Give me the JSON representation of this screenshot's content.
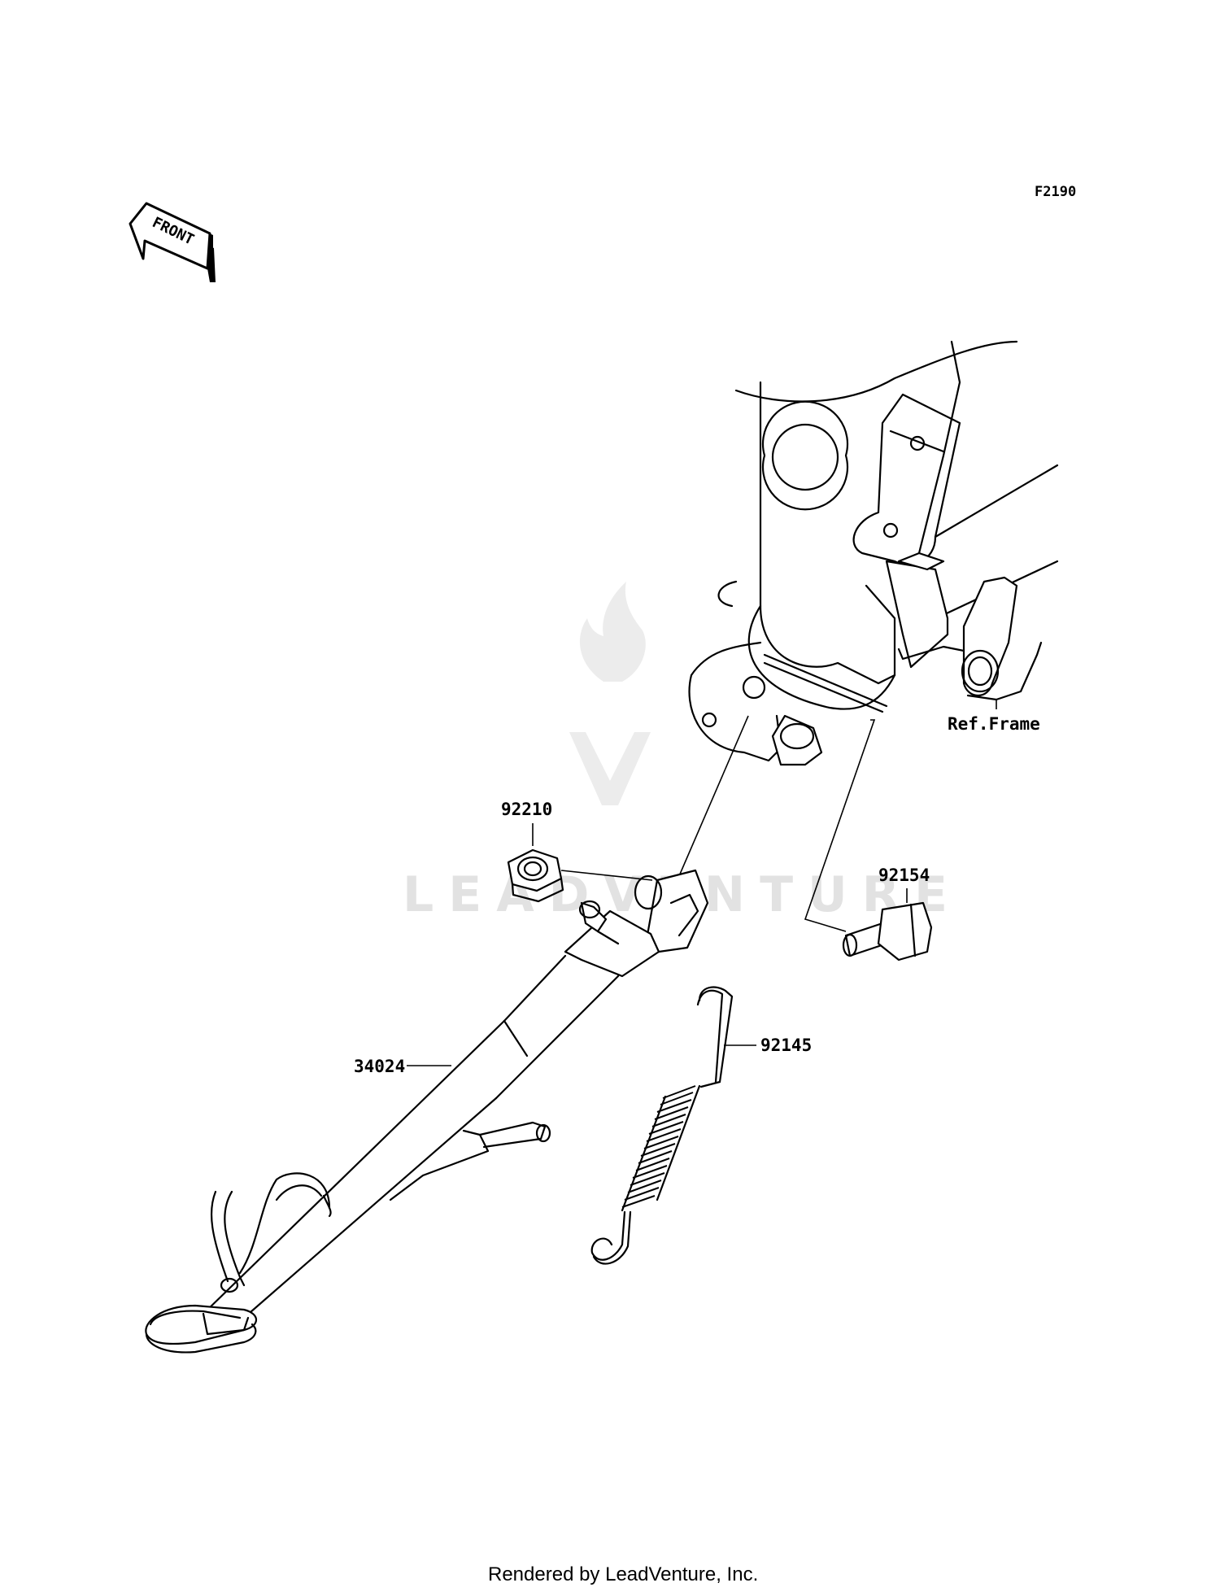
{
  "diagram": {
    "code": "F2190",
    "front_label": "FRONT",
    "watermark": "LEADVENTURE",
    "footer": "Rendered by LeadVenture, Inc.",
    "parts": [
      {
        "id": "part-92210",
        "label": "92210"
      },
      {
        "id": "part-92154",
        "label": "92154"
      },
      {
        "id": "part-92145",
        "label": "92145"
      },
      {
        "id": "part-34024",
        "label": "34024"
      }
    ],
    "reference": "Ref.Frame"
  }
}
